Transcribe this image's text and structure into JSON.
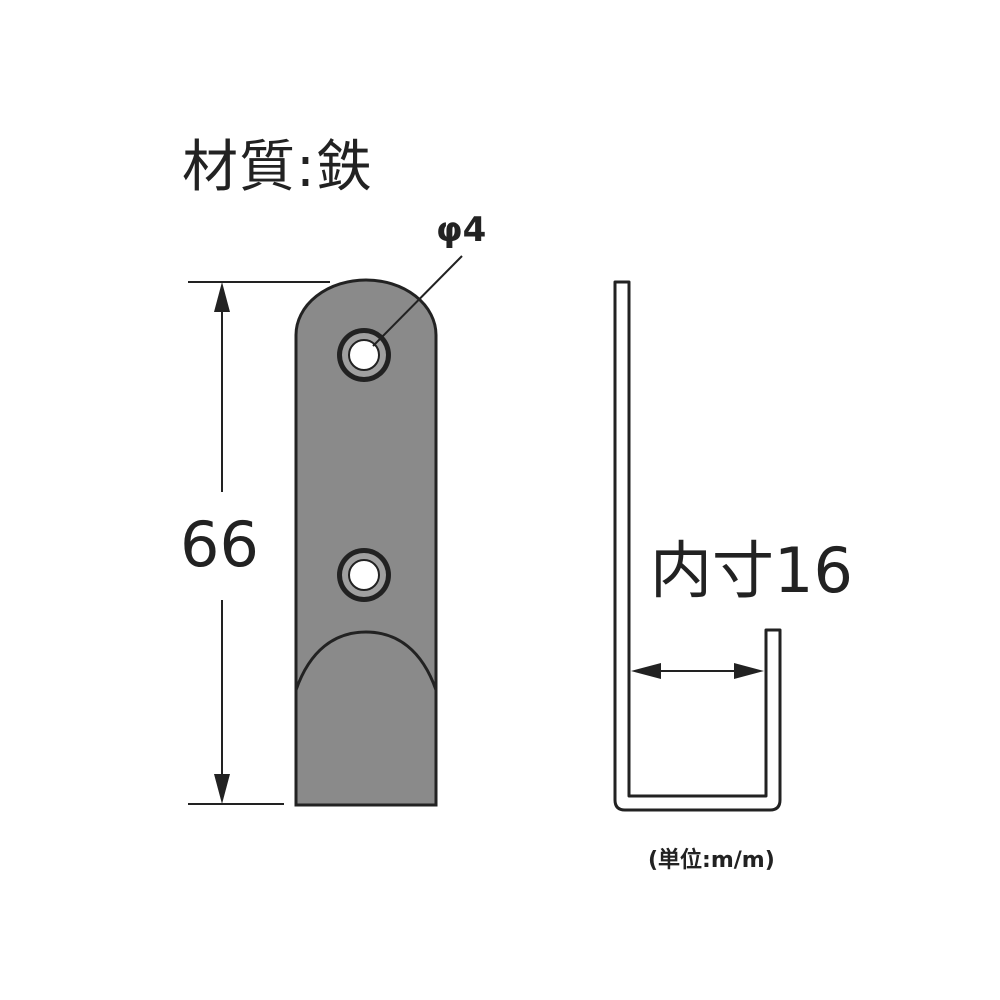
{
  "labels": {
    "material": "材質:鉄",
    "hole_diameter": "φ4",
    "height": "66",
    "inner_width": "内寸16",
    "unit": "(単位:m/m)"
  },
  "colors": {
    "part_fill": "#8a8a8a",
    "outline": "#222222",
    "background": "#ffffff"
  }
}
